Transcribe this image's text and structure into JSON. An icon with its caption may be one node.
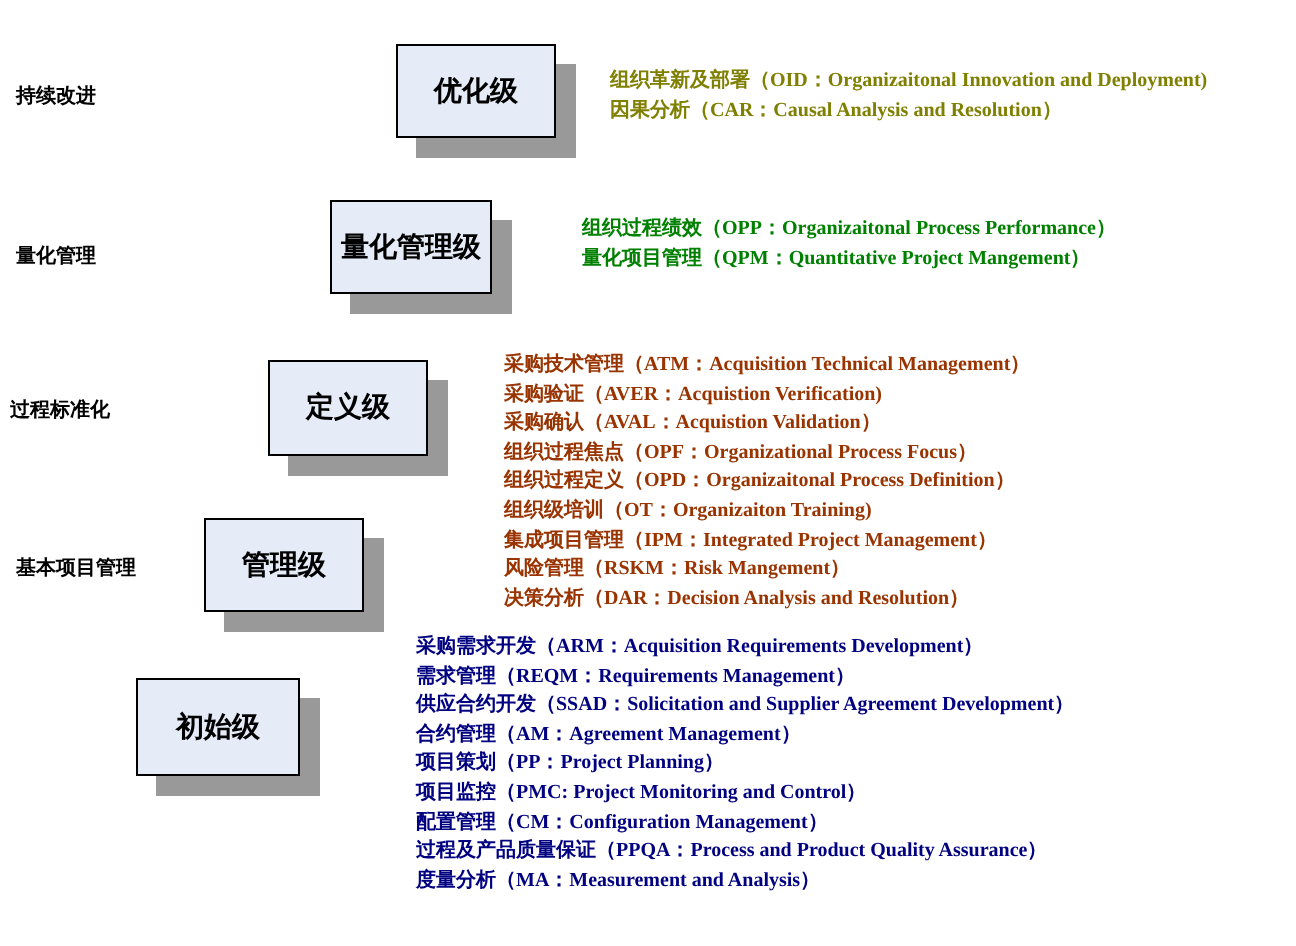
{
  "diagram": {
    "nodes": [
      {
        "text": [
          "优化级"
        ],
        "beside": [
          "组织革新及部署（OID：Organizaitonal Innovation and Deployment)",
          "因果分析（CAR：Causal Analysis and Resolution）"
        ]
      },
      {
        "text": [
          "量化管理级"
        ],
        "beside": [
          "组织过程绩效（OPP：Organizaitonal Process Performance）",
          "量化项目管理（QPM：Quantitative Project Mangement）"
        ]
      },
      {
        "text": [
          "定义级"
        ],
        "beside": [
          "采购技术管理（ATM：Acquisition Technical Management）",
          "采购验证（AVER：Acquistion Verification)",
          "采购确认（AVAL：Acquistion Validation）",
          "组织过程焦点（OPF：Organizational Process Focus）",
          "组织过程定义（OPD：Organizaitonal Process Definition）",
          "组织级培训（OT：Organizaiton Training)",
          "集成项目管理（IPM：Integrated Project Management）",
          "风险管理（RSKM：Risk Mangement）",
          "决策分析（DAR：Decision Analysis and Resolution）"
        ]
      },
      {
        "text": [
          "管理级"
        ],
        "beside": [
          "采购需求开发（ARM：Acquisition Requirements Development）",
          "需求管理（REQM：Requirements Management）",
          "供应合约开发（SSAD：Solicitation and Supplier Agreement Development）",
          "合约管理（AM：Agreement Management）",
          "项目策划（PP：Project Planning）",
          "项目监控（PMC: Project Monitoring and Control）",
          "配置管理（CM：Configuration Management）",
          "过程及产品质量保证（PPQA：Process and Product Quality Assurance）",
          "度量分析（MA：Measurement and Analysis）"
        ]
      },
      {
        "text": [
          "初始级"
        ]
      }
    ],
    "labels": [
      "持续改进",
      "量化管理",
      "过程标准化",
      "基本项目管理"
    ]
  }
}
